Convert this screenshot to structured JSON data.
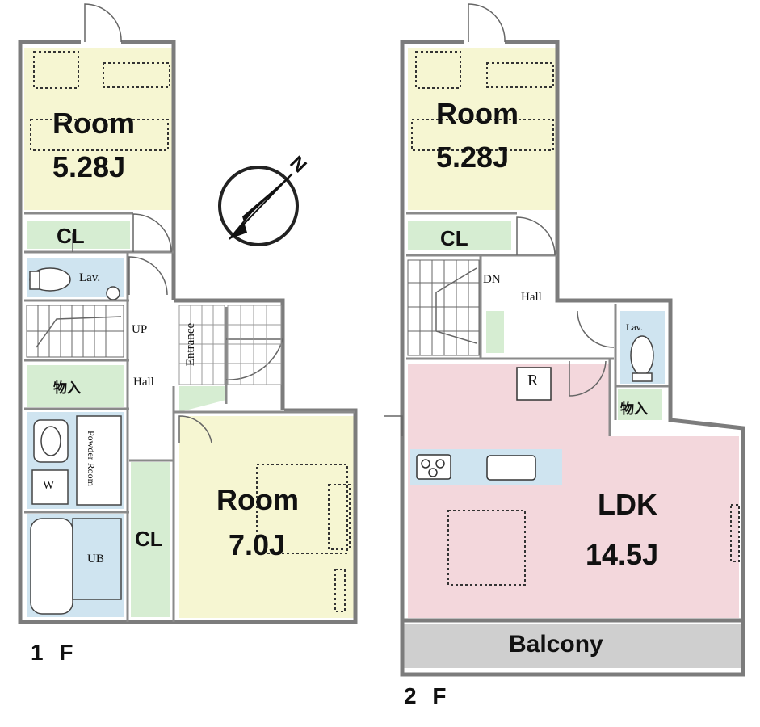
{
  "floor1": {
    "floor_label": "1 F",
    "room_top": {
      "name": "Room",
      "size": "5.28J"
    },
    "closet_top": "CL",
    "lav": "Lav.",
    "stairs": "UP",
    "hall": "Hall",
    "entrance": "Entrance",
    "storage": "物入",
    "powder_room": "Powder Room",
    "washer": "W",
    "bath": "UB",
    "closet_mid": "CL",
    "room_main": {
      "name": "Room",
      "size": "7.0J"
    }
  },
  "floor2": {
    "floor_label": "2 F",
    "room_top": {
      "name": "Room",
      "size": "5.28J"
    },
    "closet_top": "CL",
    "stairs": "DN",
    "hall": "Hall",
    "lav": "Lav.",
    "storage": "物入",
    "fridge": "R",
    "ldk": {
      "name": "LDK",
      "size": "14.5J"
    },
    "balcony": "Balcony"
  },
  "compass": {
    "label": "N"
  },
  "colors": {
    "room_yellow": "#f6f6d2",
    "closet_green": "#d6edd2",
    "wet_blue": "#cfe4f0",
    "ldk_pink": "#f3d7dc",
    "balcony_gray": "#cfcfcf",
    "wall": "#7c7c7c"
  }
}
